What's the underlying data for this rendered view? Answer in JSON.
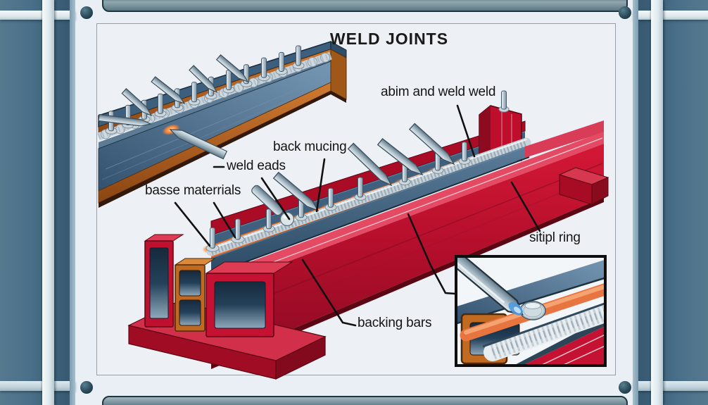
{
  "title": "WELD JOINTS",
  "labels": {
    "abim": "abim and weld weld",
    "back_mucing": "back mucing",
    "weld_eads": "weld eads",
    "basse_materrials": "basse materrials",
    "sitipl_ring": "sitipl ring",
    "backing_bars": "backing bars"
  },
  "colors": {
    "background": "#e9eff4",
    "frame_blue": "#46708a",
    "frame_bar_white": "#eef4f7",
    "slot_teal": "#5d7c89",
    "screw_teal": "#1d3c4a",
    "panel": "#edf1f6",
    "beam_red": "#c01030",
    "beam_red_dark": "#8e0a20",
    "beam_red_light": "#e04458",
    "copper": "#b5641e",
    "steel_plate_blue": "#3a5a78",
    "weld_bead_gray": "#c9d3da",
    "glow_orange": "#ff8430",
    "steel_rod": "#b9c8d2",
    "leader_line": "#111111",
    "label_text": "#141414"
  }
}
